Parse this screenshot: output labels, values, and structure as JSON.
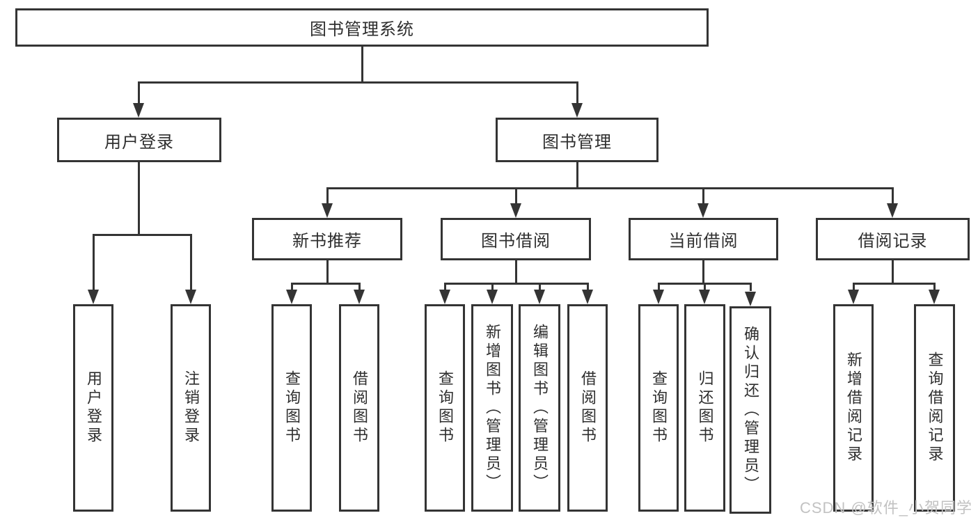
{
  "diagram": {
    "root": {
      "label": "图书管理系统"
    },
    "branches": [
      {
        "label": "用户登录",
        "children": [
          {
            "label": "用户登录"
          },
          {
            "label": "注销登录"
          }
        ]
      },
      {
        "label": "图书管理",
        "children": [
          {
            "label": "新书推荐",
            "children": [
              {
                "label": "查询图书"
              },
              {
                "label": "借阅图书"
              }
            ]
          },
          {
            "label": "图书借阅",
            "children": [
              {
                "label": "查询图书"
              },
              {
                "label": "新增图书（管理员）"
              },
              {
                "label": "编辑图书（管理员）"
              },
              {
                "label": "借阅图书"
              }
            ]
          },
          {
            "label": "当前借阅",
            "children": [
              {
                "label": "查询图书"
              },
              {
                "label": "归还图书"
              },
              {
                "label": "确认归还（管理员）"
              }
            ]
          },
          {
            "label": "借阅记录",
            "children": [
              {
                "label": "新增借阅记录"
              },
              {
                "label": "查询借阅记录"
              }
            ]
          }
        ]
      }
    ]
  },
  "watermark": "CSDN @软件_小贺同学",
  "colors": {
    "line": "#343434",
    "text": "#2e2e2e",
    "watermark": "#c2c2c2",
    "background": "#ffffff"
  }
}
